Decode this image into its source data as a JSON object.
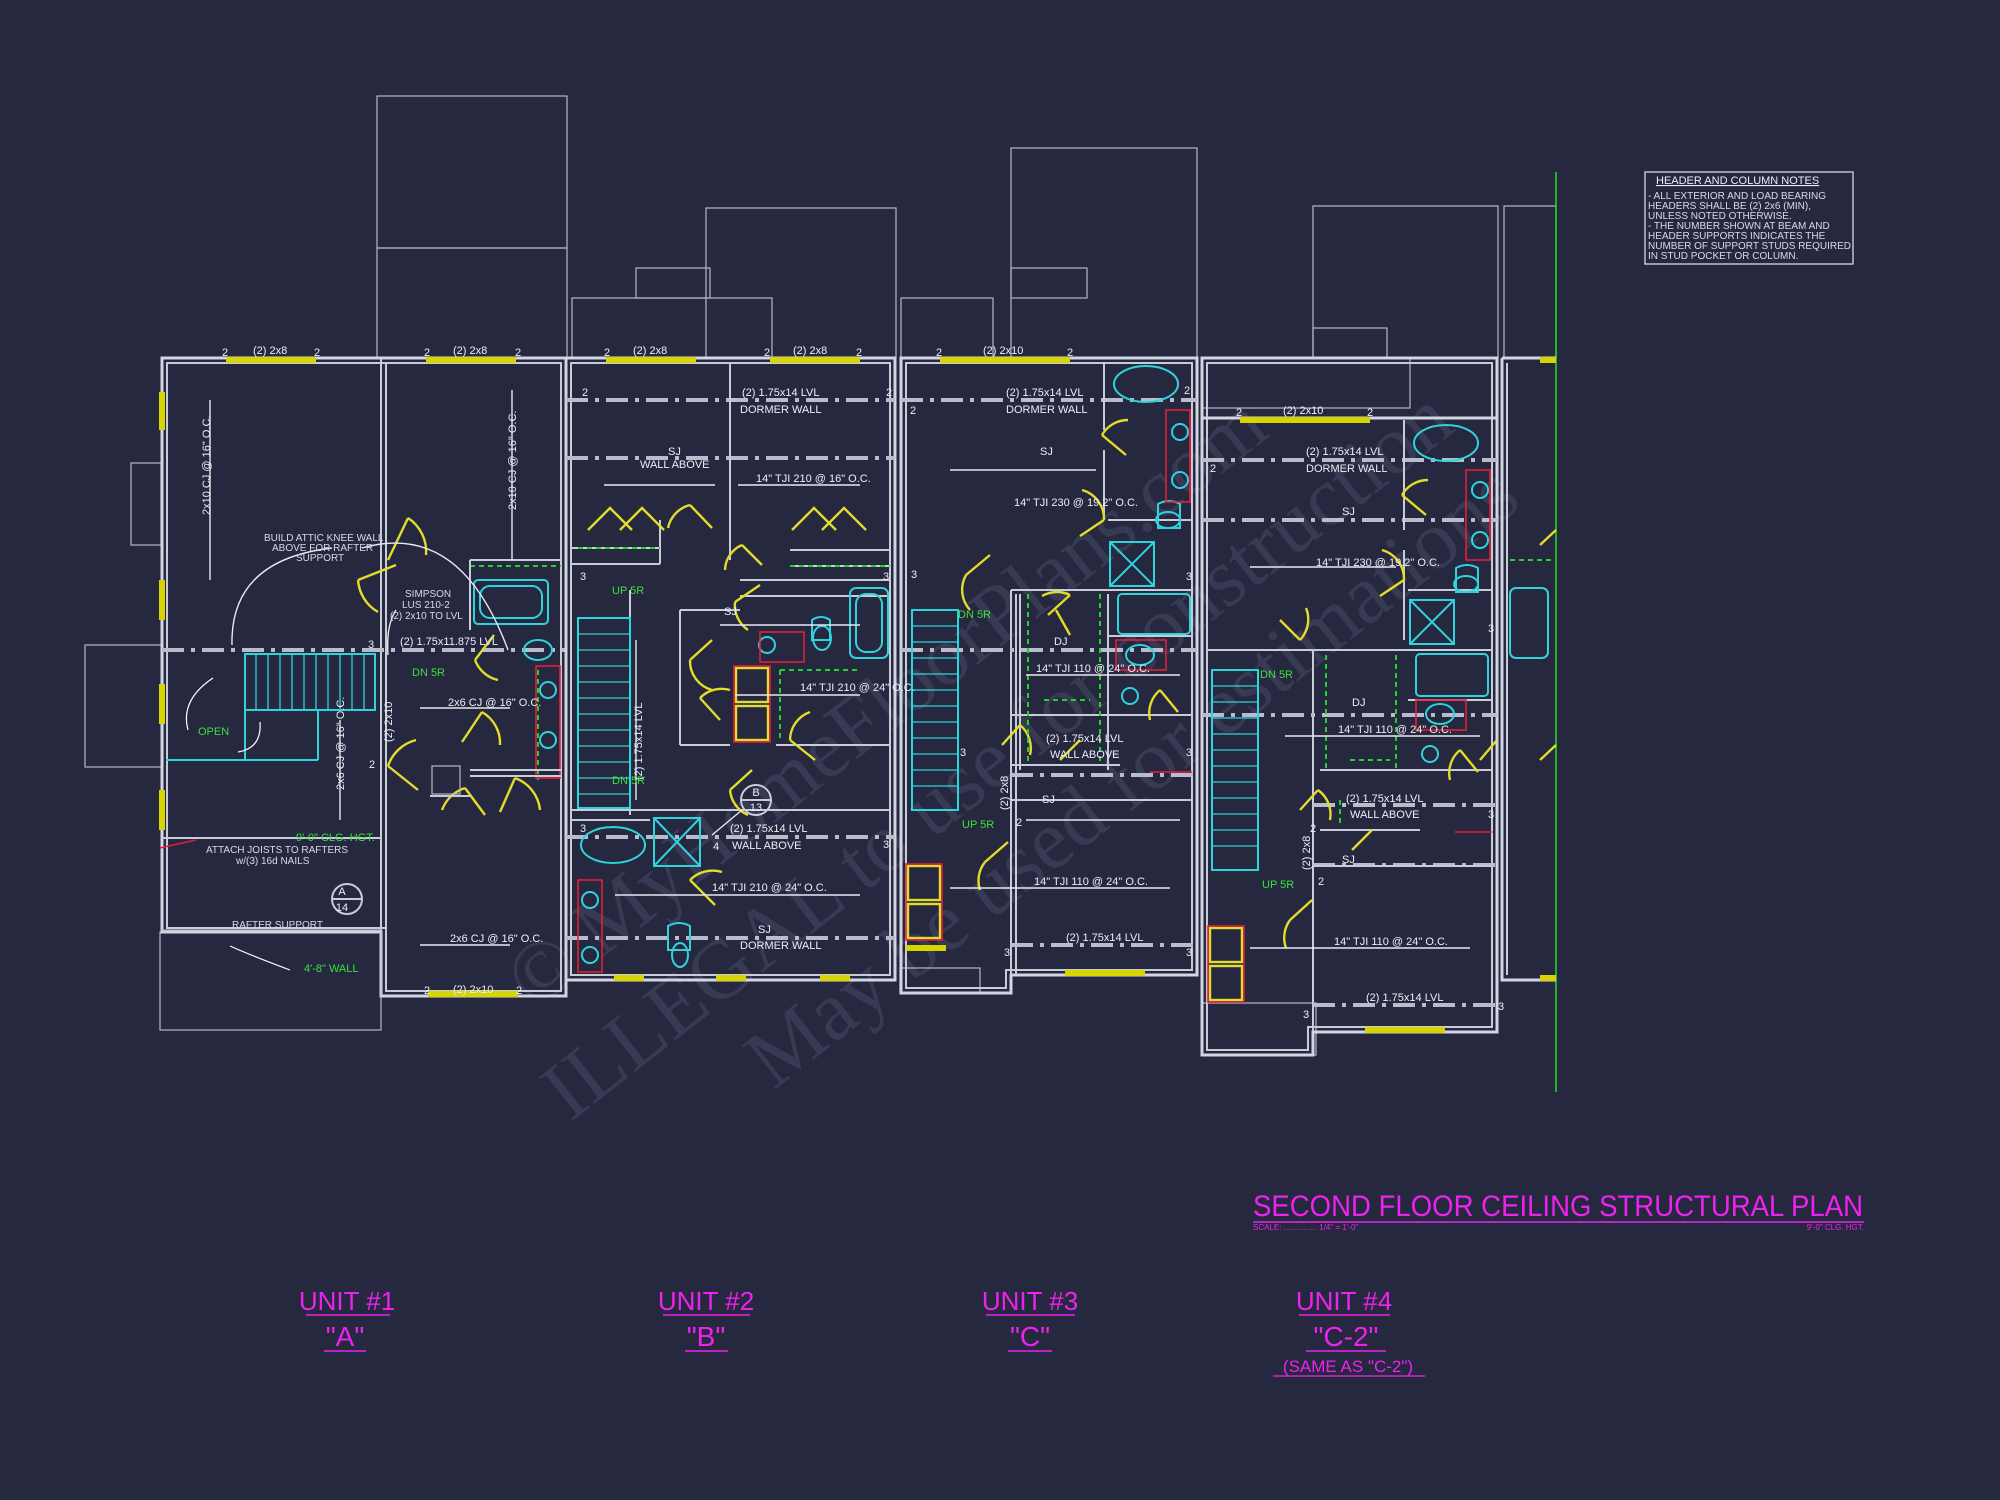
{
  "watermark": {
    "line1": "© MyHomeFloorPlans.com",
    "line2": "ILLEGAL to use for construction",
    "line3": "May be used for estimations"
  },
  "notes": {
    "title": "HEADER AND COLUMN NOTES",
    "lines": [
      "- ALL EXTERIOR AND LOAD BEARING",
      "HEADERS SHALL BE (2) 2x6 (MIN),",
      "UNLESS NOTED OTHERWISE.",
      "- THE NUMBER SHOWN AT BEAM AND",
      "HEADER SUPPORTS INDICATES THE",
      "NUMBER OF SUPPORT STUDS REQUIRED",
      "IN STUD POCKET OR COLUMN."
    ]
  },
  "title_block": {
    "title": "SECOND FLOOR CEILING STRUCTURAL PLAN",
    "scale": "SCALE: ............... 1/4\" = 1'-0\"",
    "clg_height": "9'-0\" CLG. HGT."
  },
  "units": [
    {
      "name": "UNIT #1",
      "type": "\"A\"",
      "note": ""
    },
    {
      "name": "UNIT #2",
      "type": "\"B\"",
      "note": ""
    },
    {
      "name": "UNIT #3",
      "type": "\"C\"",
      "note": ""
    },
    {
      "name": "UNIT #4",
      "type": "\"C-2\"",
      "note": "(SAME AS \"C-2\")"
    }
  ],
  "labels": {
    "h_2x8": "(2) 2x8",
    "h_2x10": "(2) 2x10",
    "stud_2": "2",
    "stud_3": "3",
    "stud_4": "4",
    "cj_2x10": "2x10 CJ @ 16\" O.C.",
    "cj_2x6": "2x6 CJ @ 16\" O.C.",
    "attic_knee_1": "BUILD ATTIC KNEE WALL",
    "attic_knee_2": "ABOVE FOR RAFTER",
    "attic_knee_3": "SUPPORT",
    "simpson_1": "SIMPSON",
    "simpson_2": "LUS 210-2",
    "simpson_3": "(2) 2x10 TO LVL",
    "lvl_11875": "(2) 1.75x11.875 LVL",
    "lvl_14": "(2) 1.75x14 LVL",
    "lvl_14_short": "(2) 1.75x14 LVL",
    "dn_5r": "DN 5R",
    "up_5r": "UP 5R",
    "open": "OPEN",
    "clg_hgt": "9'-0\" CLG. HGT.",
    "attach_1": "ATTACH JOISTS TO RAFTERS",
    "attach_2": "w/(3) 16d NAILS",
    "rafter_support": "RAFTER SUPPORT",
    "knee_wall": "4'-8\" WALL",
    "dormer_wall": "DORMER WALL",
    "wall_above": "WALL ABOVE",
    "sj": "SJ",
    "dj": "DJ",
    "tji210_16": "14\" TJI 210 @ 16\" O.C.",
    "tji210_24": "14\" TJI 210 @ 24\" O.C.",
    "tji230_192": "14\" TJI 230 @ 19.2\" O.C.",
    "tji110_24": "14\" TJI 110 @ 24\" O.C.",
    "sect_a": "A",
    "sect_a_num": "14",
    "sect_b": "B",
    "sect_b_num": "13"
  },
  "colors": {
    "background": "#262840",
    "walls": "#c8cbd8",
    "headers": "#d8d400",
    "doors": "#e2dc2a",
    "fixtures": "#2fd3dc",
    "notes_green": "#23d12a",
    "title_magenta": "#ee22ee"
  }
}
